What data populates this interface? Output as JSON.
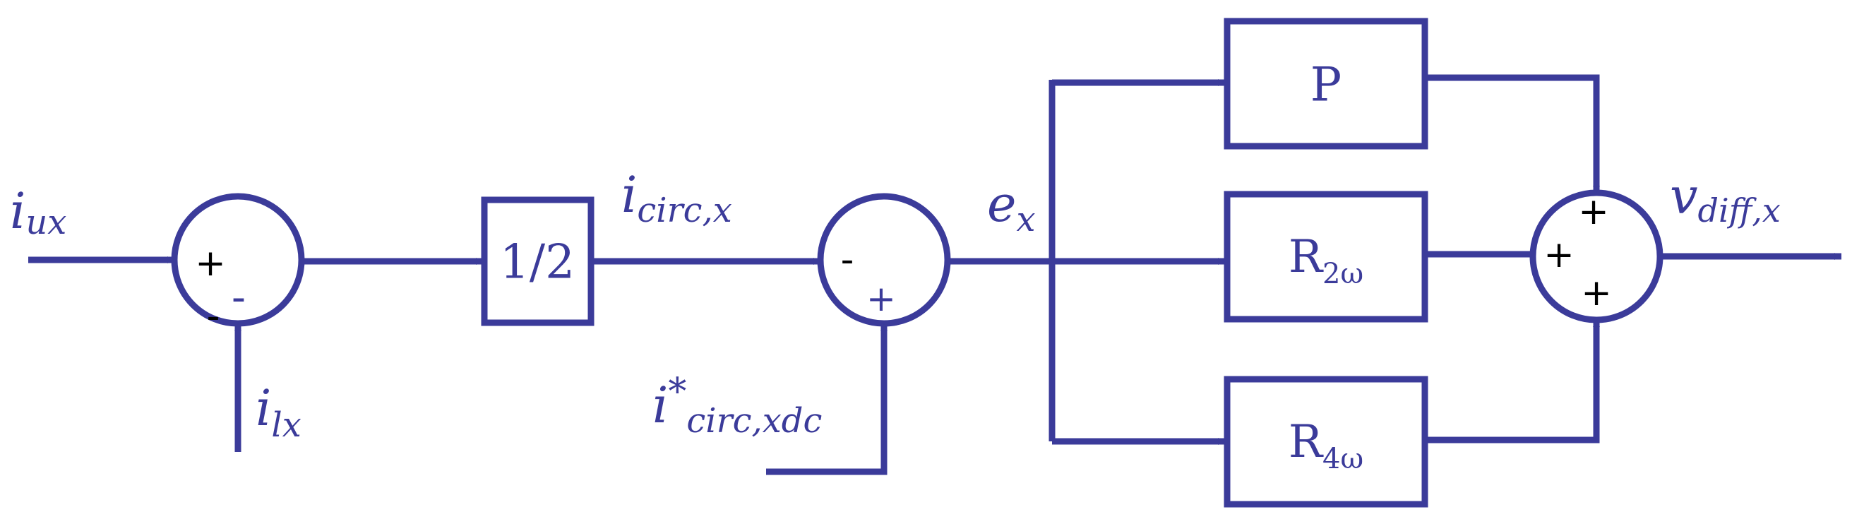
{
  "colors": {
    "stroke": "#3b3b9a",
    "sign": "#000000",
    "background": "#ffffff"
  },
  "blocks": {
    "half": "1/2",
    "p": "P",
    "r2w": {
      "base": "R",
      "sub": "2ω"
    },
    "r4w": {
      "base": "R",
      "sub": "4ω"
    }
  },
  "signals": {
    "i_ux": {
      "base": "i",
      "sub": "ux"
    },
    "i_lx": {
      "base": "i",
      "sub": "lx"
    },
    "i_circ_x": {
      "base": "i",
      "sub": "circ,x"
    },
    "i_circ_ref": {
      "base": "i",
      "sup": "*",
      "sub": "circ,xdc"
    },
    "e_x": {
      "base": "e",
      "sub": "x"
    },
    "v_diff_x": {
      "base": "v",
      "sub": "diff,x"
    }
  },
  "summers": {
    "sum1": {
      "top_sign": "+",
      "bottom_sign": "-",
      "edge_sign": "-"
    },
    "sum2": {
      "left_sign": "-",
      "bottom_sign": "+"
    },
    "sum3": {
      "top_sign": "+",
      "left_sign": "+",
      "bottom_sign": "+"
    }
  }
}
